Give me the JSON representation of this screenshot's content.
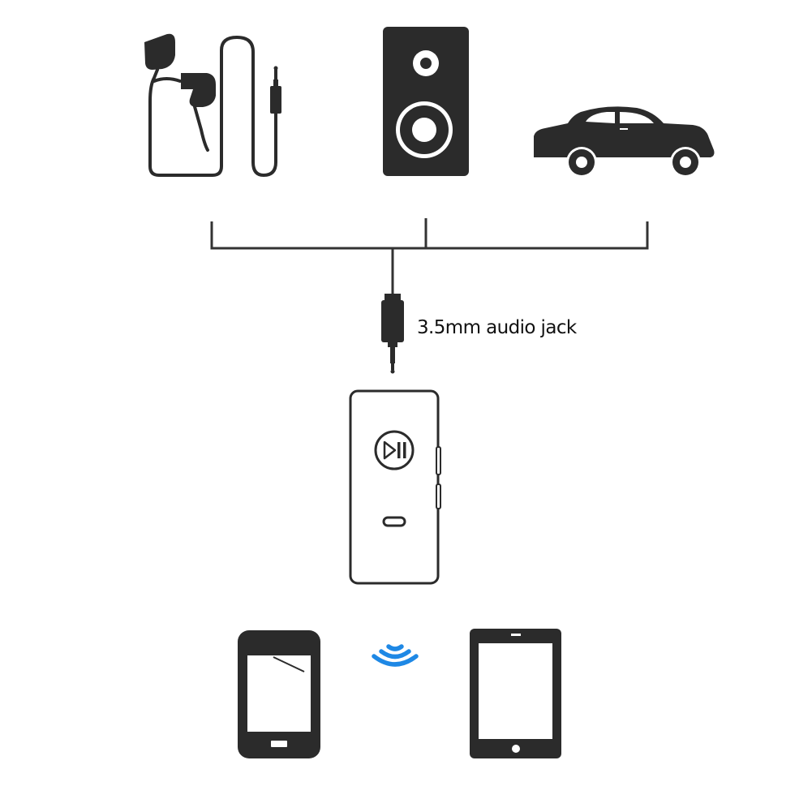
{
  "diagram": {
    "jack_label": "3.5mm audio jack",
    "outputs": [
      {
        "device": "earphones",
        "icon": "earphones-icon"
      },
      {
        "device": "speaker",
        "icon": "speaker-icon"
      },
      {
        "device": "car",
        "icon": "car-icon"
      }
    ],
    "receiver": {
      "icon": "bluetooth-receiver-icon",
      "button_icon": "play-pause-icon"
    },
    "sources": [
      {
        "device": "phone",
        "icon": "phone-icon"
      },
      {
        "device": "tablet",
        "icon": "tablet-icon"
      }
    ],
    "wireless_icon": "wireless-signal-icon"
  },
  "colors": {
    "icon": "#2b2b2b",
    "line": "#333333",
    "signal": "#1e88e5",
    "background": "#ffffff"
  }
}
